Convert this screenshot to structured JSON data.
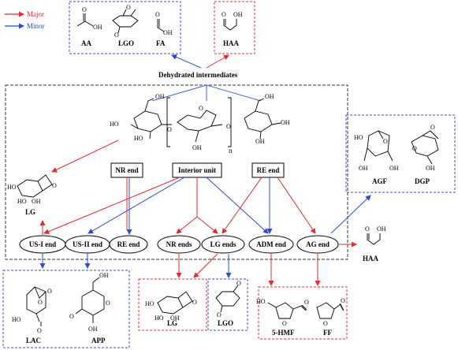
{
  "legend": {
    "major_label": "Major",
    "minor_label": "Minor",
    "major_color": "#e8282b",
    "minor_color": "#2a4bd7"
  },
  "colors": {
    "box_blue": "#3d49d8",
    "box_red": "#e0303a",
    "box_gray": "#333333"
  },
  "labels": {
    "AA": "AA",
    "LGO_top": "LGO",
    "FA": "FA",
    "HAA_top": "HAA",
    "dehydrated": "Dehydrated intermediates",
    "n": "n",
    "LG_left": "LG",
    "NR_end": "NR end",
    "Interior_unit": "Interior unit",
    "RE_end_box": "RE end",
    "AGF": "AGF",
    "DGP": "DGP",
    "US_I": "US-I end",
    "US_II": "US-II end",
    "RE_end": "RE end",
    "NR_ends": "NR ends",
    "LG_ends": "LG ends",
    "ADM_end": "ADM end",
    "AG_end": "AG end",
    "HAA_right": "HAA",
    "LAC": "LAC",
    "APP": "APP",
    "LG_bottom": "LG",
    "LGO_bottom": "LGO",
    "HMF": "5-HMF",
    "FF": "FF"
  },
  "atoms": {
    "OH": "OH",
    "HO": "HO",
    "O": "O"
  }
}
